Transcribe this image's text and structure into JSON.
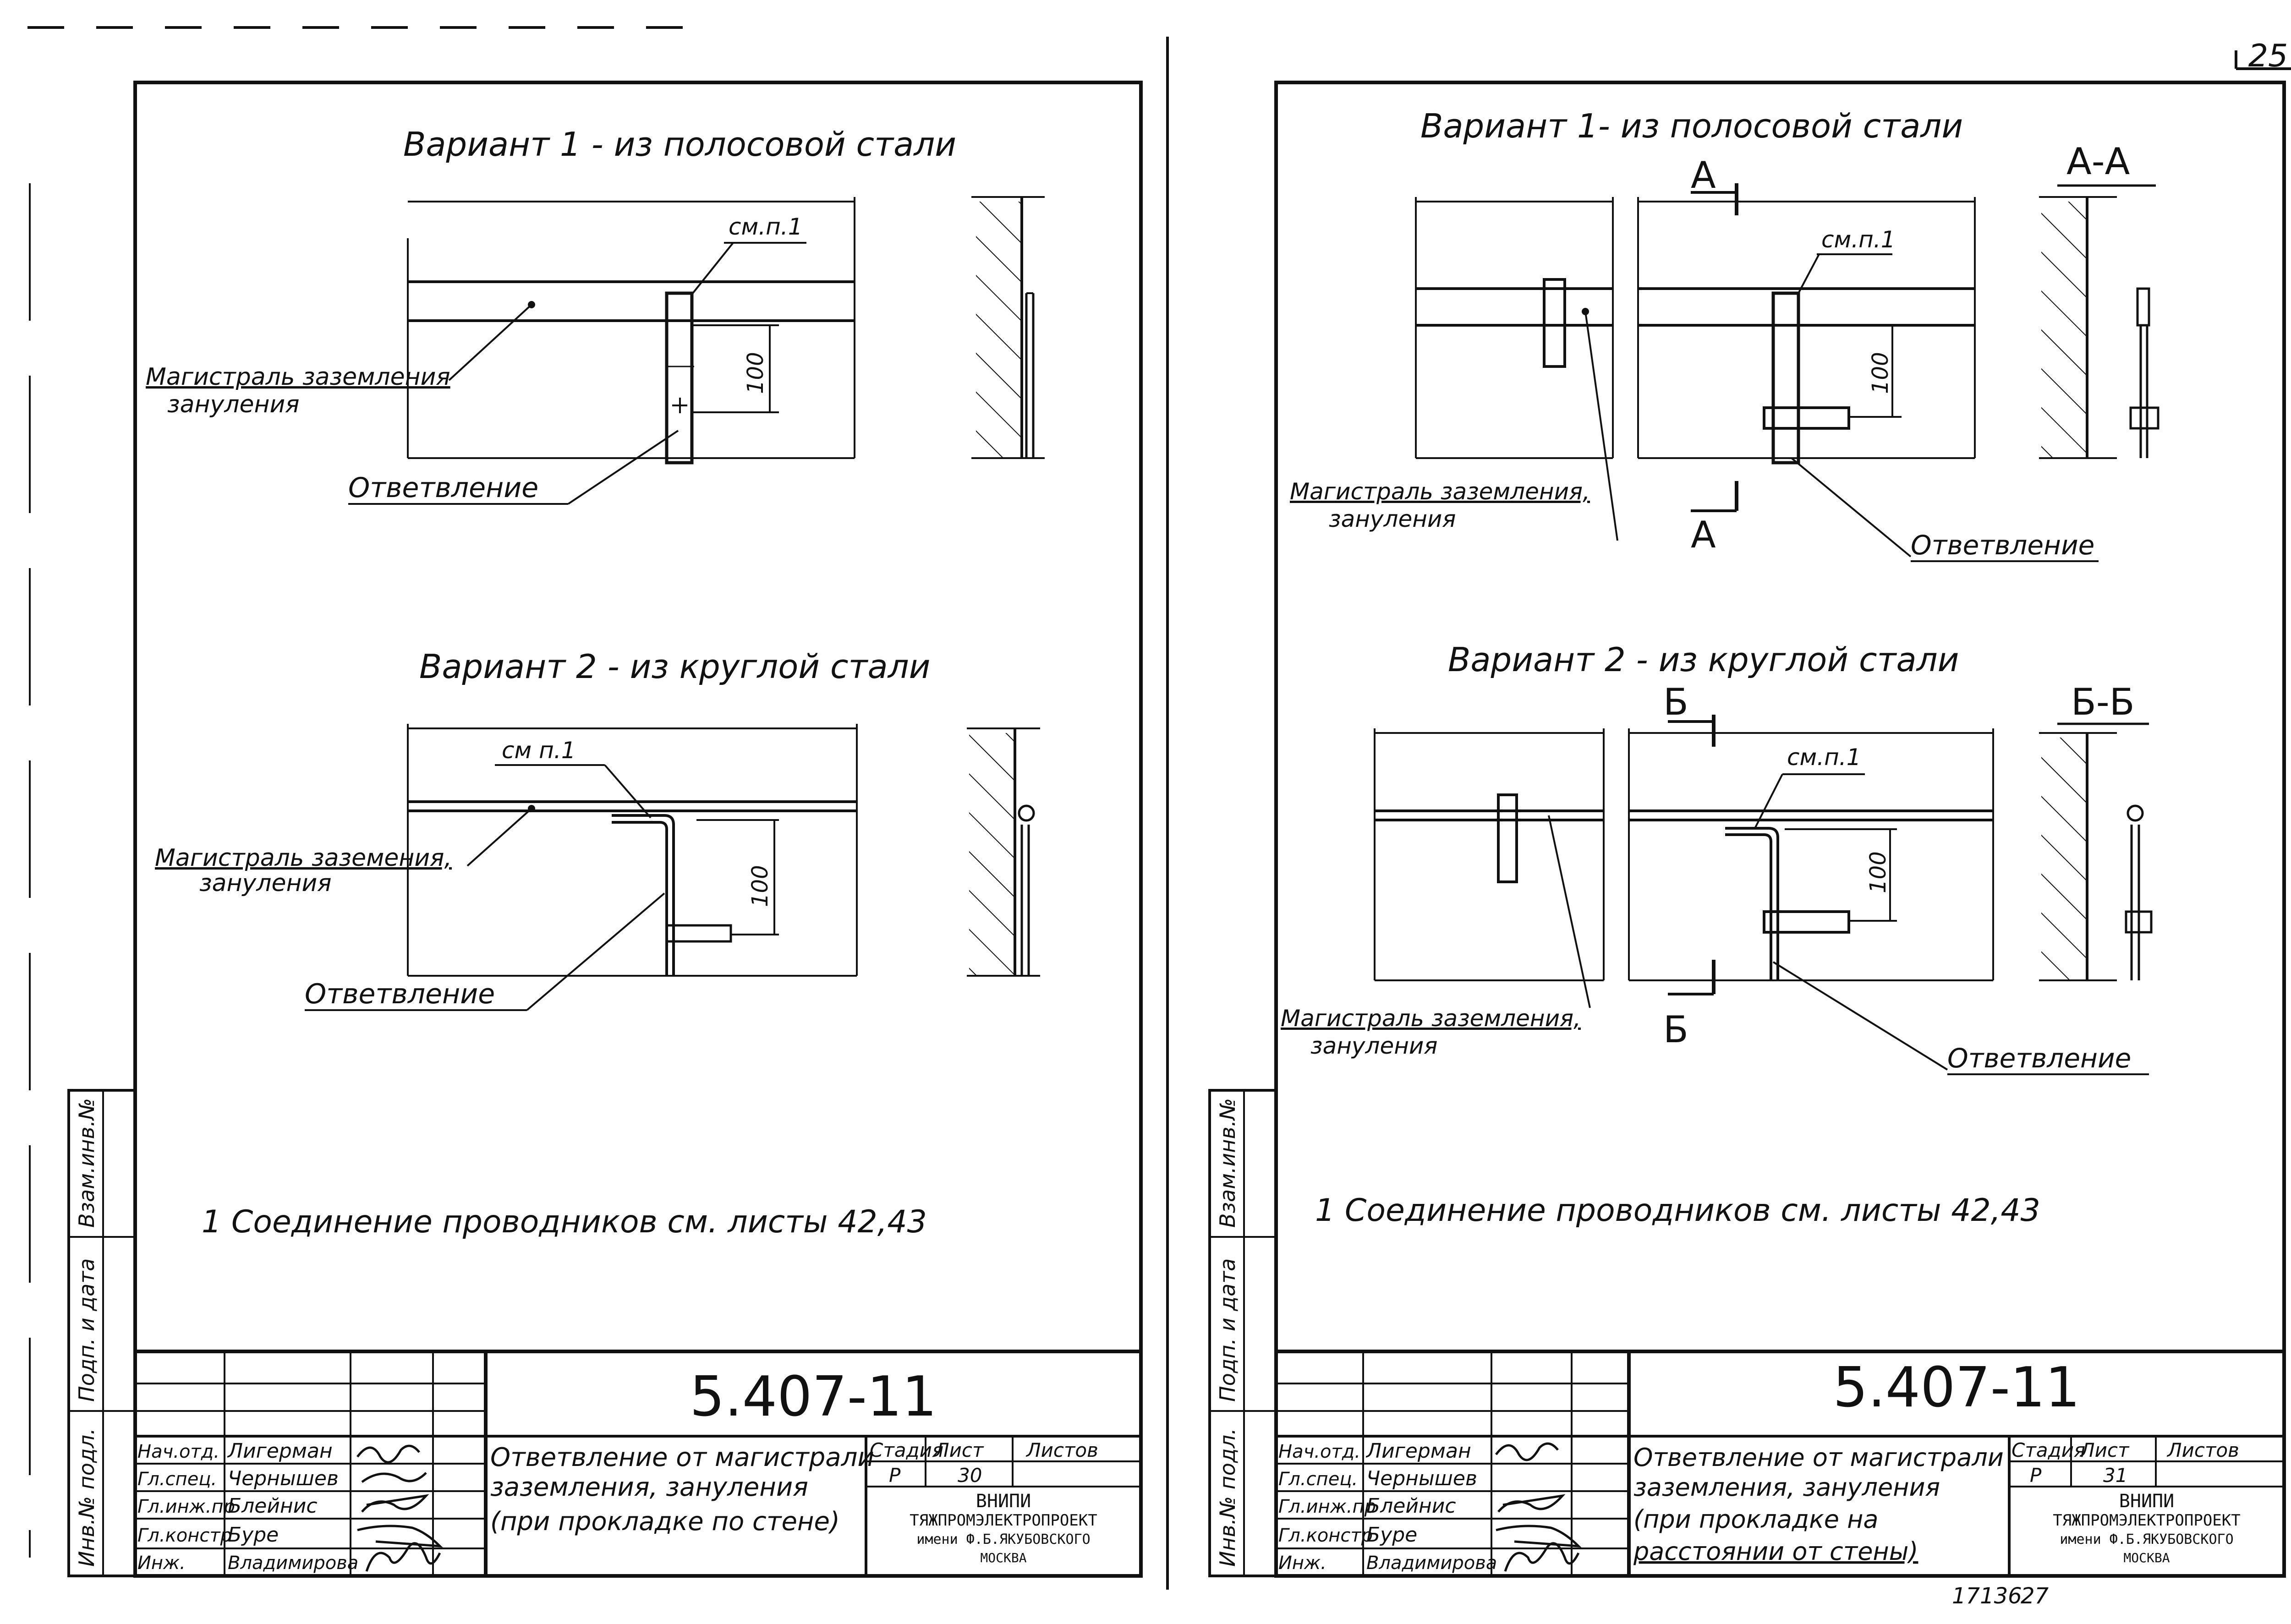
{
  "sheet_number": "25",
  "bottom_marks": {
    "left": "17136",
    "right": "27"
  },
  "left_sheet": {
    "variant1_title": "Вариант 1 - из полосовой стали",
    "variant2_title": "Вариант 2 - из круглой стали",
    "ref_label": "см.п.1",
    "ref_label_2": "см п.1",
    "dim_100": "100",
    "trunk_label_1": "Магистраль заземления",
    "trunk_label_2": "зануления",
    "trunk_label_v2": "Магистраль заземения,",
    "branch_label": "Ответвление",
    "note": "1 Соединение проводников см. листы 42,43",
    "side_labels": [
      "Инв.№ подл.",
      "Подп. и дата",
      "Взам.инв.№"
    ],
    "title_block": {
      "doc_code": "5.407-11",
      "roles": [
        "Нач.отд.",
        "Гл.спец.",
        "Гл.инж.пр",
        "Гл.констр",
        "Инж."
      ],
      "names": [
        "Лигерман",
        "Чернышев",
        "Блейнис",
        "Буре",
        "Владимирова"
      ],
      "title_lines": [
        "Ответвление от магистрали",
        "заземления, зануления",
        "(при прокладке по стене)"
      ],
      "stage_header": "Стадия",
      "sheet_header": "Лист",
      "sheets_header": "Листов",
      "stage": "Р",
      "sheet": "30",
      "org_lines": [
        "ВНИПИ",
        "ТЯЖПРОМЭЛЕКТРОПРОЕКТ",
        "имени Ф.Б.ЯКУБОВСКОГО",
        "МОСКВА"
      ]
    }
  },
  "right_sheet": {
    "variant1_title": "Вариант 1- из полосовой стали",
    "variant2_title": "Вариант 2 - из круглой стали",
    "section_a": "А",
    "section_aa": "А-А",
    "section_b": "Б",
    "section_bb": "Б-Б",
    "ref_label": "см.п.1",
    "dim_100": "100",
    "trunk_label_1": "Магистраль заземления,",
    "trunk_label_2": "зануления",
    "branch_label": "Ответвление",
    "note": "1 Соединение проводников см. листы 42,43",
    "side_labels": [
      "Инв.№ подл.",
      "Подп. и дата",
      "Взам.инв.№"
    ],
    "title_block": {
      "doc_code": "5.407-11",
      "roles": [
        "Нач.отд.",
        "Гл.спец.",
        "Гл.инж.пр",
        "Гл.констр",
        "Инж."
      ],
      "names": [
        "Лигерман",
        "Чернышев",
        "Блейнис",
        "Буре",
        "Владимирова"
      ],
      "title_lines": [
        "Ответвление от магистрали",
        "заземления, зануления",
        "(при прокладке на",
        "расстоянии от стены)"
      ],
      "stage_header": "Стадия",
      "sheet_header": "Лист",
      "sheets_header": "Листов",
      "stage": "Р",
      "sheet": "31",
      "org_lines": [
        "ВНИПИ",
        "ТЯЖПРОМЭЛЕКТРОПРОЕКТ",
        "имени Ф.Б.ЯКУБОВСКОГО",
        "МОСКВА"
      ]
    }
  }
}
